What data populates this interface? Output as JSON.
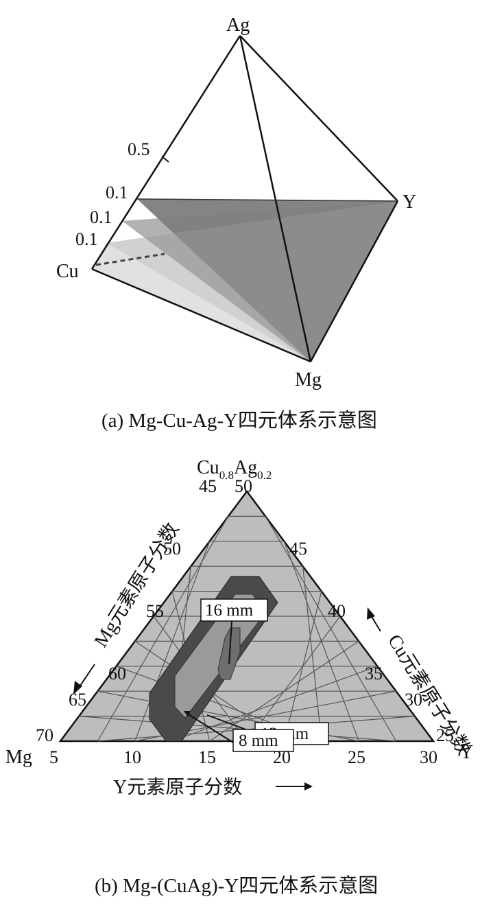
{
  "panel_a": {
    "caption": "(a)  Mg-Cu-Ag-Y四元体系示意图",
    "vertices": {
      "ag": "Ag",
      "y": "Y",
      "cu": "Cu",
      "mg": "Mg"
    },
    "edge_labels": [
      "0.5",
      "0.1",
      "0.1",
      "0.1"
    ]
  },
  "panel_b": {
    "caption": "(b)  Mg-(CuAg)-Y四元体系示意图",
    "top_vertex": {
      "base": "Cu",
      "sub1": "0.8",
      "mid": "Ag",
      "sub2": "0.2"
    },
    "corner_mg": "Mg",
    "corner_y": "Y",
    "bottom_ticks": [
      "5",
      "10",
      "15",
      "20",
      "25",
      "30"
    ],
    "left_ticks": [
      "45",
      "50",
      "55",
      "60",
      "65",
      "70"
    ],
    "right_ticks": [
      "50",
      "45",
      "40",
      "35",
      "30",
      "25"
    ],
    "axis_bottom": "Y元素原子分数",
    "axis_left": "Mg元素原子分数",
    "axis_right": "Cu元素原子分数",
    "regions": [
      {
        "label": "8 mm"
      },
      {
        "label": "12 mm"
      },
      {
        "label": "16 mm"
      }
    ],
    "colors": {
      "fill": "#bdbdbd",
      "grid": "#555555",
      "region_8": "#4a4a4a",
      "region_12": "#9a9a9a",
      "region_16": "#6e6e6e"
    }
  }
}
